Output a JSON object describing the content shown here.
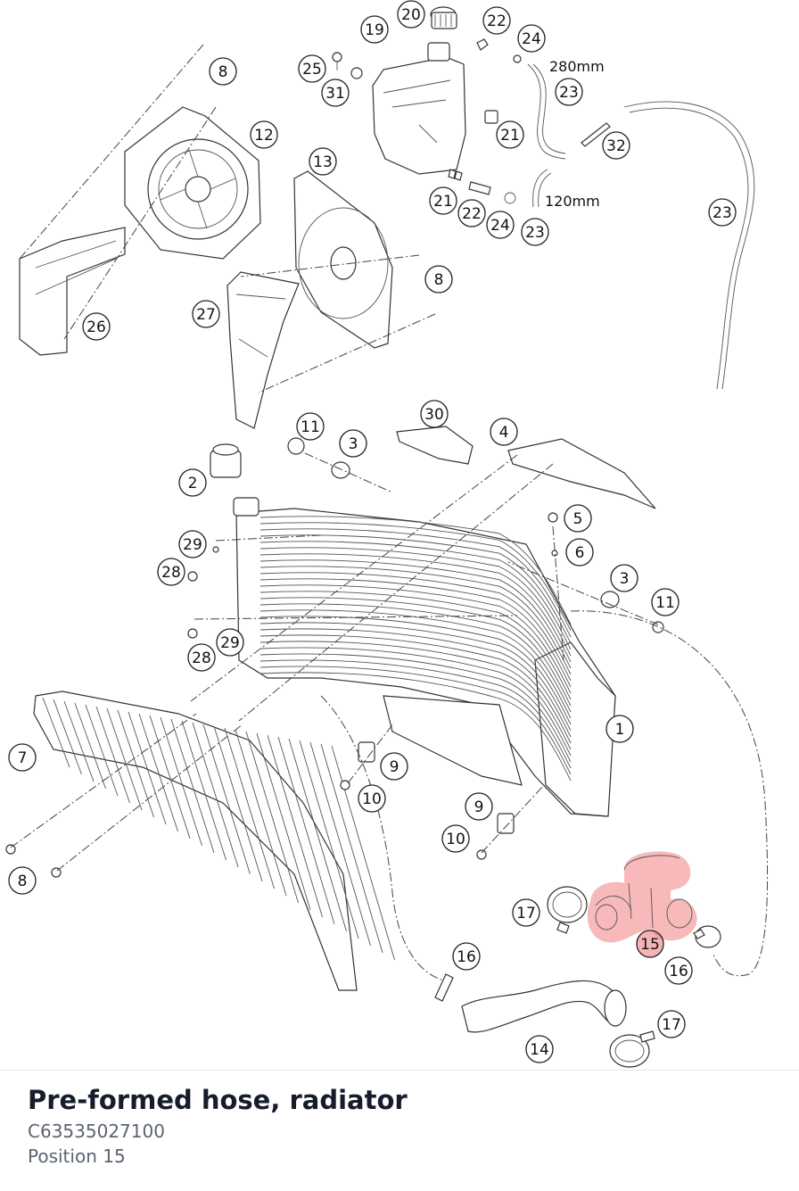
{
  "diagram": {
    "callouts": [
      {
        "label": "19"
      },
      {
        "label": "20"
      },
      {
        "label": "22"
      },
      {
        "label": "24"
      },
      {
        "label": "25"
      },
      {
        "label": "31"
      },
      {
        "label": "23"
      },
      {
        "label": "21"
      },
      {
        "label": "32"
      },
      {
        "label": "21"
      },
      {
        "label": "22"
      },
      {
        "label": "24"
      },
      {
        "label": "23"
      },
      {
        "label": "23"
      },
      {
        "label": "8"
      },
      {
        "label": "12"
      },
      {
        "label": "13"
      },
      {
        "label": "8"
      },
      {
        "label": "27"
      },
      {
        "label": "26"
      },
      {
        "label": "11"
      },
      {
        "label": "30"
      },
      {
        "label": "4"
      },
      {
        "label": "3"
      },
      {
        "label": "2"
      },
      {
        "label": "5"
      },
      {
        "label": "6"
      },
      {
        "label": "29"
      },
      {
        "label": "28"
      },
      {
        "label": "3"
      },
      {
        "label": "11"
      },
      {
        "label": "28"
      },
      {
        "label": "29"
      },
      {
        "label": "1"
      },
      {
        "label": "7"
      },
      {
        "label": "9"
      },
      {
        "label": "10"
      },
      {
        "label": "9"
      },
      {
        "label": "10"
      },
      {
        "label": "8"
      },
      {
        "label": "17"
      },
      {
        "label": "15"
      },
      {
        "label": "16"
      },
      {
        "label": "16"
      },
      {
        "label": "17"
      },
      {
        "label": "14"
      }
    ],
    "dimensions": [
      "280mm",
      "120mm"
    ],
    "highlight_color": "#f08080"
  },
  "part": {
    "name": "Pre-formed hose, radiator",
    "number": "C63535027100",
    "position": "Position 15"
  }
}
